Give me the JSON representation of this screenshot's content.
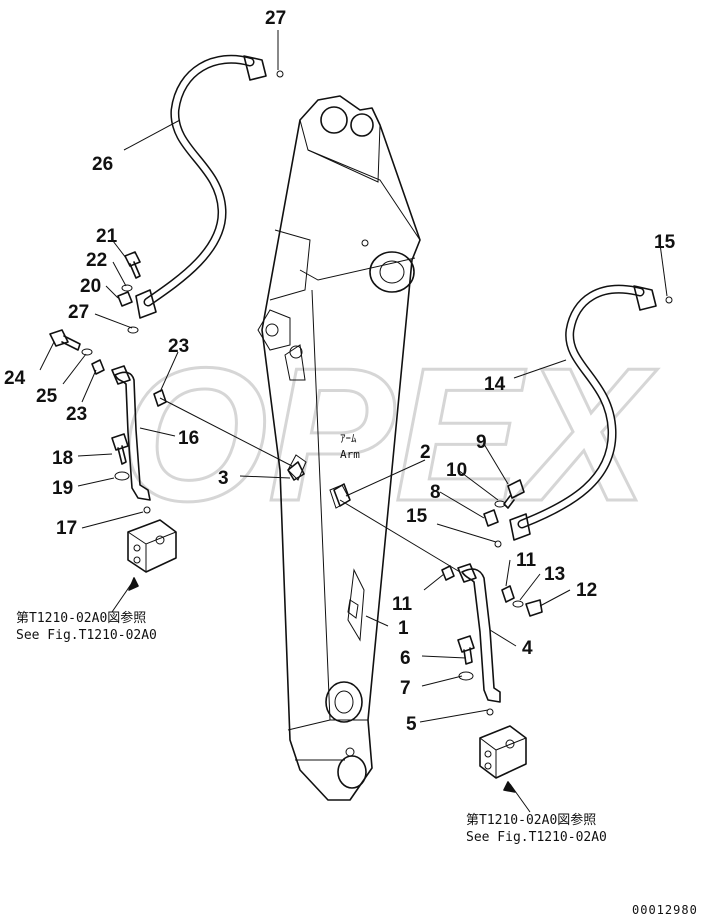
{
  "diagram": {
    "callouts": [
      "27",
      "26",
      "21",
      "22",
      "20",
      "27",
      "24",
      "25",
      "23",
      "23",
      "16",
      "18",
      "19",
      "17",
      "3",
      "2",
      "9",
      "10",
      "8",
      "15",
      "15",
      "14",
      "11",
      "11",
      "13",
      "12",
      "4",
      "1",
      "6",
      "7",
      "5"
    ],
    "arm_label_jp": "ｱｰﾑ",
    "arm_label_en": "Arm",
    "reference_left": {
      "jp": "第T1210-02A0図参照",
      "en": "See Fig.T1210-02A0"
    },
    "reference_right": {
      "jp": "第T1210-02A0図参照",
      "en": "See Fig.T1210-02A0"
    },
    "document_number": "00012980",
    "watermark": "OPEX"
  }
}
